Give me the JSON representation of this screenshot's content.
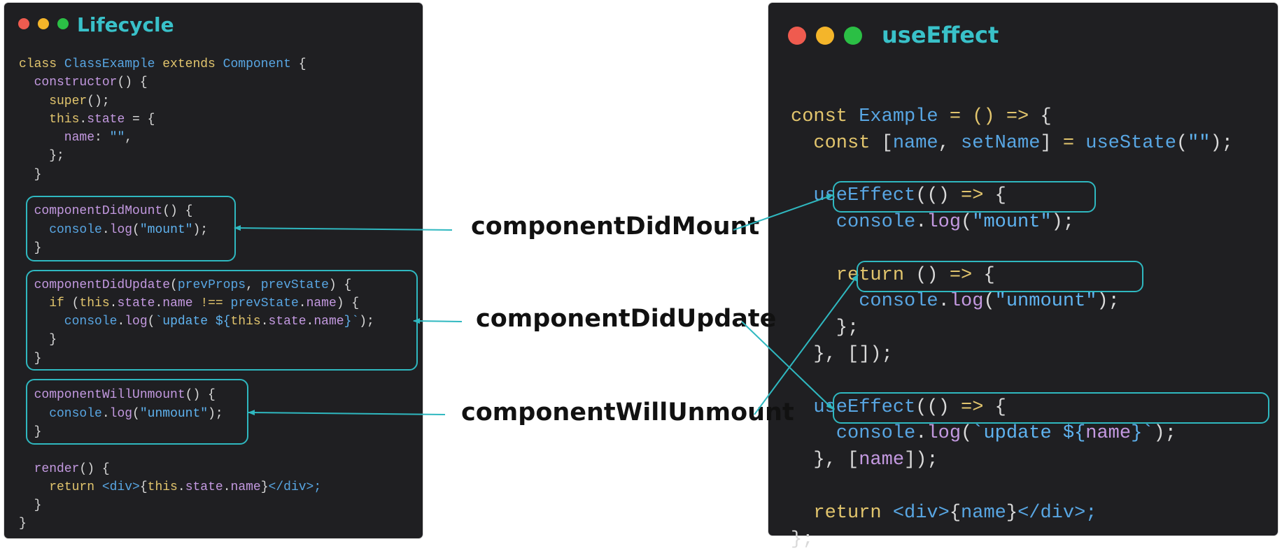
{
  "left_window": {
    "title": "Lifecycle",
    "code_lines": [
      [
        [
          "class ",
          "kw"
        ],
        [
          "ClassExample ",
          "cls"
        ],
        [
          "extends ",
          "kw"
        ],
        [
          "Component ",
          "cls"
        ],
        [
          "{",
          ""
        ]
      ],
      [
        [
          "  constructor",
          "fn"
        ],
        [
          "() {",
          ""
        ]
      ],
      [
        [
          "    super",
          "kw"
        ],
        [
          "();",
          ""
        ]
      ],
      [
        [
          "    this",
          "kw"
        ],
        [
          ".",
          ""
        ],
        [
          "state",
          "fn"
        ],
        [
          " = {",
          ""
        ]
      ],
      [
        [
          "      name",
          "fn"
        ],
        [
          ": ",
          ""
        ],
        [
          "\"\"",
          "str"
        ],
        [
          ",",
          ""
        ]
      ],
      [
        [
          "    };",
          ""
        ]
      ],
      [
        [
          "  }",
          ""
        ]
      ],
      [
        [
          "",
          ""
        ]
      ],
      [
        [
          "  componentDidMount",
          "fn"
        ],
        [
          "() {",
          ""
        ]
      ],
      [
        [
          "    console",
          "var"
        ],
        [
          ".",
          ""
        ],
        [
          "log",
          "fn"
        ],
        [
          "(",
          ""
        ],
        [
          "\"mount\"",
          "str"
        ],
        [
          ");",
          ""
        ]
      ],
      [
        [
          "  }",
          ""
        ]
      ],
      [
        [
          "",
          ""
        ]
      ],
      [
        [
          "  componentDidUpdate",
          "fn"
        ],
        [
          "(",
          ""
        ],
        [
          "prevProps",
          "var"
        ],
        [
          ", ",
          ""
        ],
        [
          "prevState",
          "var"
        ],
        [
          ") {",
          ""
        ]
      ],
      [
        [
          "    if ",
          "kw"
        ],
        [
          "(",
          ""
        ],
        [
          "this",
          "kw"
        ],
        [
          ".",
          ""
        ],
        [
          "state",
          "fn"
        ],
        [
          ".",
          ""
        ],
        [
          "name ",
          "fn"
        ],
        [
          "!== ",
          "kw"
        ],
        [
          "prevState",
          "var"
        ],
        [
          ".",
          ""
        ],
        [
          "name",
          "fn"
        ],
        [
          ") {",
          ""
        ]
      ],
      [
        [
          "      console",
          "var"
        ],
        [
          ".",
          ""
        ],
        [
          "log",
          "fn"
        ],
        [
          "(",
          ""
        ],
        [
          "`update ${",
          "str"
        ],
        [
          "this",
          "kw"
        ],
        [
          ".",
          ""
        ],
        [
          "state",
          "fn"
        ],
        [
          ".",
          ""
        ],
        [
          "name",
          "fn"
        ],
        [
          "}`",
          "str"
        ],
        [
          ");",
          ""
        ]
      ],
      [
        [
          "    }",
          ""
        ]
      ],
      [
        [
          "  }",
          ""
        ]
      ],
      [
        [
          "",
          ""
        ]
      ],
      [
        [
          "  componentWillUnmount",
          "fn"
        ],
        [
          "() {",
          ""
        ]
      ],
      [
        [
          "    console",
          "var"
        ],
        [
          ".",
          ""
        ],
        [
          "log",
          "fn"
        ],
        [
          "(",
          ""
        ],
        [
          "\"unmount\"",
          "str"
        ],
        [
          ");",
          ""
        ]
      ],
      [
        [
          "  }",
          ""
        ]
      ],
      [
        [
          "",
          ""
        ]
      ],
      [
        [
          "  render",
          "fn"
        ],
        [
          "() {",
          ""
        ]
      ],
      [
        [
          "    return ",
          "kw"
        ],
        [
          "<div>",
          "cls"
        ],
        [
          "{",
          ""
        ],
        [
          "this",
          "kw"
        ],
        [
          ".",
          ""
        ],
        [
          "state",
          "fn"
        ],
        [
          ".",
          ""
        ],
        [
          "name",
          "fn"
        ],
        [
          "}",
          ""
        ],
        [
          "</div>;",
          "cls"
        ]
      ],
      [
        [
          "  }",
          ""
        ]
      ],
      [
        [
          "}",
          ""
        ]
      ]
    ]
  },
  "right_window": {
    "title": "useEffect",
    "code_lines": [
      [
        [
          "",
          ""
        ]
      ],
      [
        [
          "const ",
          "kw"
        ],
        [
          "Example ",
          "cls"
        ],
        [
          "= () ",
          "kw"
        ],
        [
          "=> ",
          "op"
        ],
        [
          "{",
          ""
        ]
      ],
      [
        [
          "  const ",
          "kw"
        ],
        [
          "[",
          ""
        ],
        [
          "name",
          "var"
        ],
        [
          ", ",
          ""
        ],
        [
          "setName",
          "var"
        ],
        [
          "] ",
          ""
        ],
        [
          "= ",
          "kw"
        ],
        [
          "useState",
          "var"
        ],
        [
          "(",
          ""
        ],
        [
          "\"\"",
          "str"
        ],
        [
          ");",
          ""
        ]
      ],
      [
        [
          "",
          ""
        ]
      ],
      [
        [
          "  useEffect",
          "var"
        ],
        [
          "(() ",
          ""
        ],
        [
          "=> ",
          "op"
        ],
        [
          "{",
          ""
        ]
      ],
      [
        [
          "    console",
          "var"
        ],
        [
          ".",
          ""
        ],
        [
          "log",
          "fn"
        ],
        [
          "(",
          ""
        ],
        [
          "\"mount\"",
          "str"
        ],
        [
          ");",
          ""
        ]
      ],
      [
        [
          "",
          ""
        ]
      ],
      [
        [
          "    return ",
          "kw"
        ],
        [
          "() ",
          ""
        ],
        [
          "=> ",
          "op"
        ],
        [
          "{",
          ""
        ]
      ],
      [
        [
          "      console",
          "var"
        ],
        [
          ".",
          ""
        ],
        [
          "log",
          "fn"
        ],
        [
          "(",
          ""
        ],
        [
          "\"unmount\"",
          "str"
        ],
        [
          ");",
          ""
        ]
      ],
      [
        [
          "    };",
          ""
        ]
      ],
      [
        [
          "  }, [",
          ""
        ],
        [
          "]);",
          ""
        ]
      ],
      [
        [
          "",
          ""
        ]
      ],
      [
        [
          "  useEffect",
          "var"
        ],
        [
          "(() ",
          ""
        ],
        [
          "=> ",
          "op"
        ],
        [
          "{",
          ""
        ]
      ],
      [
        [
          "    console",
          "var"
        ],
        [
          ".",
          ""
        ],
        [
          "log",
          "fn"
        ],
        [
          "(",
          ""
        ],
        [
          "`update ${",
          "str"
        ],
        [
          "name",
          "fn"
        ],
        [
          "}`",
          "str"
        ],
        [
          ");",
          ""
        ]
      ],
      [
        [
          "  }, [",
          ""
        ],
        [
          "name",
          "fn"
        ],
        [
          "]);",
          ""
        ]
      ],
      [
        [
          "",
          ""
        ]
      ],
      [
        [
          "  return ",
          "kw"
        ],
        [
          "<div>",
          "cls"
        ],
        [
          "{",
          ""
        ],
        [
          "name",
          "var"
        ],
        [
          "}",
          ""
        ],
        [
          "</div>;",
          "cls"
        ]
      ],
      [
        [
          "};",
          ""
        ]
      ]
    ]
  },
  "labels": {
    "did_mount": "componentDidMount",
    "did_update": "componentDidUpdate",
    "will_unmount": "componentWillUnmount"
  },
  "colors": {
    "window_bg": "#1f1f22",
    "accent": "#2fb8c0",
    "dot_red": "#ef5b4f",
    "dot_yellow": "#f4b52a",
    "dot_green": "#2bbf45"
  }
}
